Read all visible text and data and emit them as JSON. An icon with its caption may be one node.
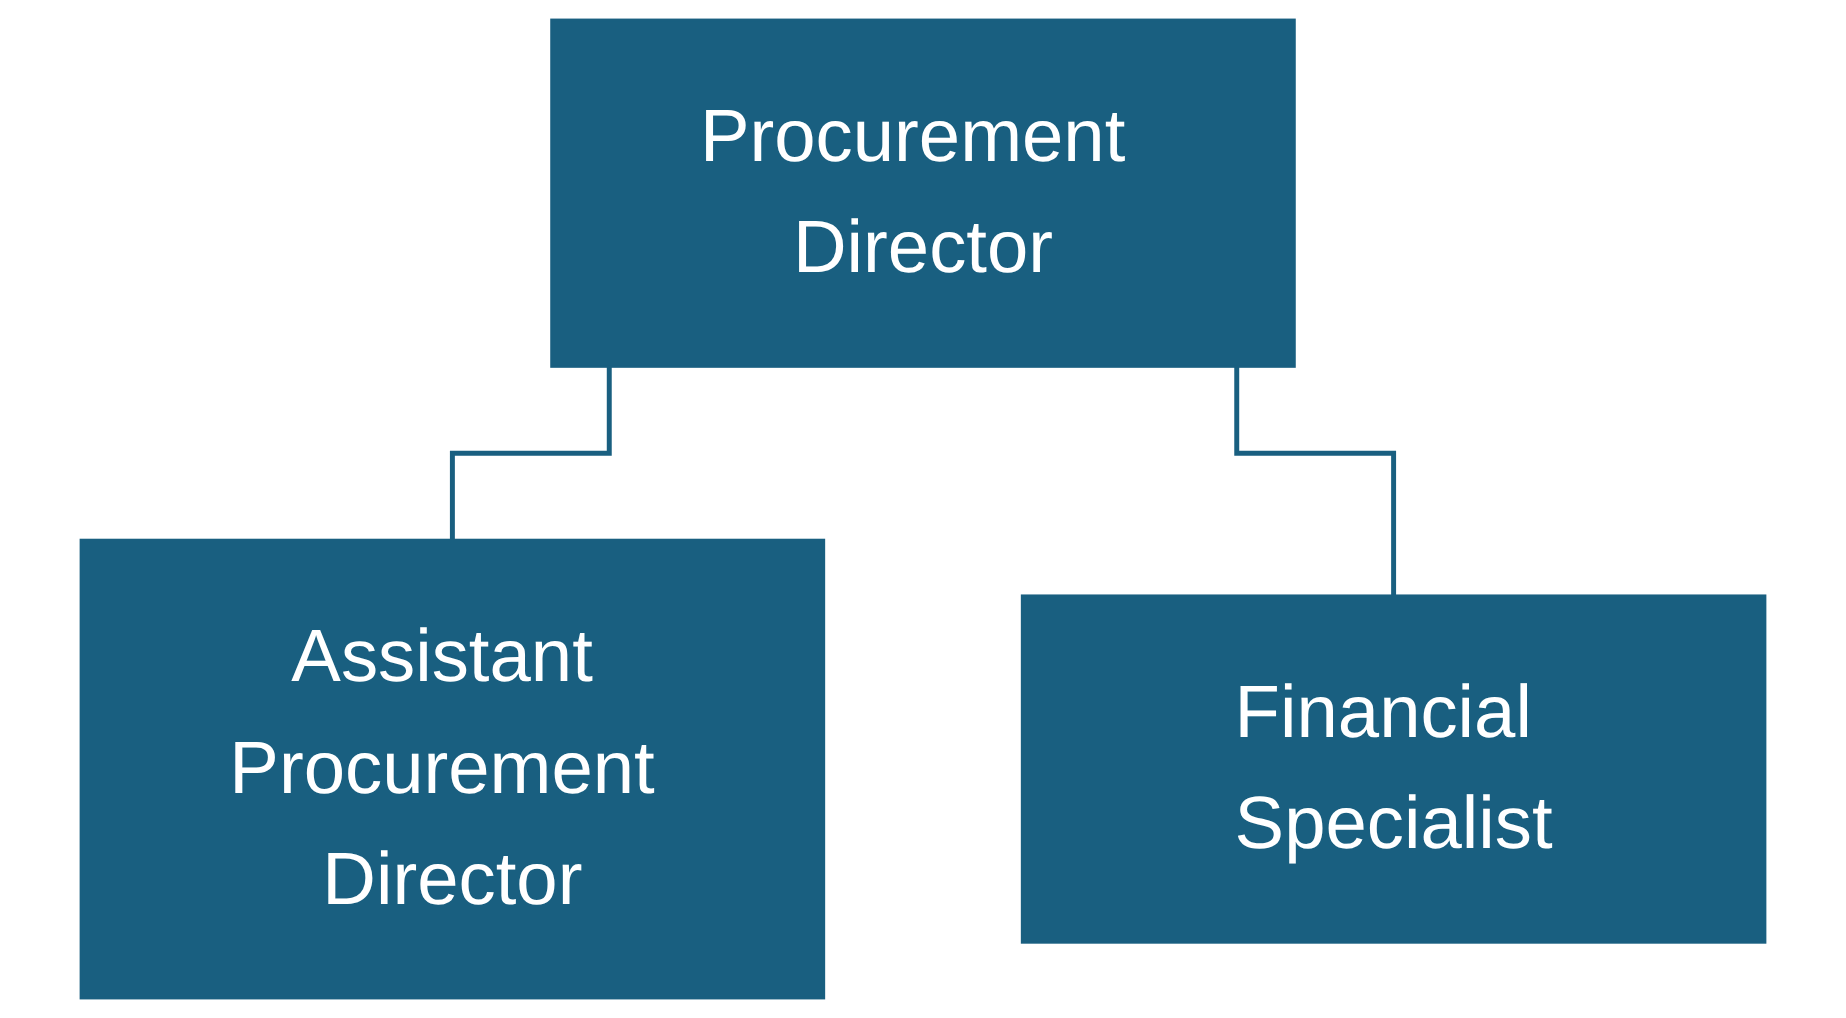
{
  "diagram": {
    "nodes": [
      {
        "text": [
          "Procurement Director"
        ]
      },
      {
        "text": [
          "Assistant Procurement Director"
        ]
      },
      {
        "text": [
          "Financial Specialist"
        ]
      }
    ],
    "edges": [
      {
        "from": 0,
        "to": 1,
        "arrow": "none"
      },
      {
        "from": 0,
        "to": 2,
        "arrow": "none"
      }
    ]
  }
}
